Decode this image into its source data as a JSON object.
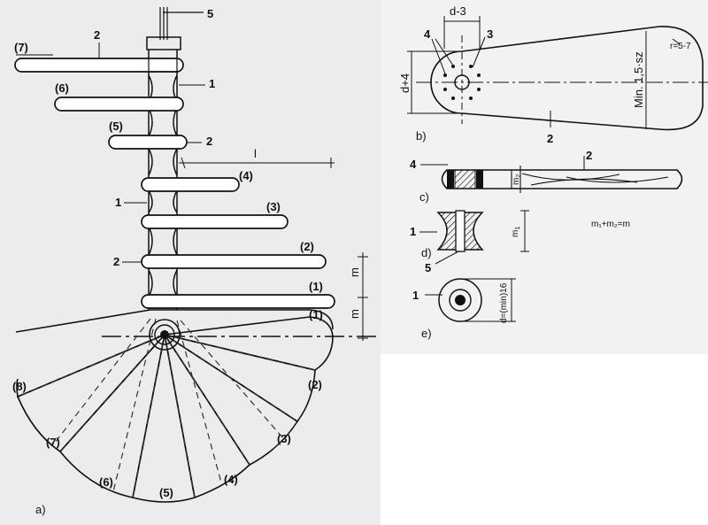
{
  "views": {
    "a": "a)",
    "b": "b)",
    "c": "c)",
    "d": "d)",
    "e": "e)"
  },
  "steps": [
    "(1)",
    "(2)",
    "(3)",
    "(4)",
    "(5)",
    "(6)",
    "(7)",
    "(8)"
  ],
  "parts": {
    "spacer": "1",
    "tread": "2",
    "hole": "3",
    "dowel": "4",
    "rod": "5"
  },
  "dims": {
    "d_minus_3": "d-3",
    "d_plus_4": "d+4",
    "min_width": "Min. 1,5·sz",
    "radius": "r=5-7",
    "l": "l",
    "m": "m",
    "m1": "m",
    "m1_sub": "1",
    "m2": "m",
    "m2_sub": "2",
    "formula": "m₁+m₂=m",
    "diameter": "d=(min)16"
  }
}
